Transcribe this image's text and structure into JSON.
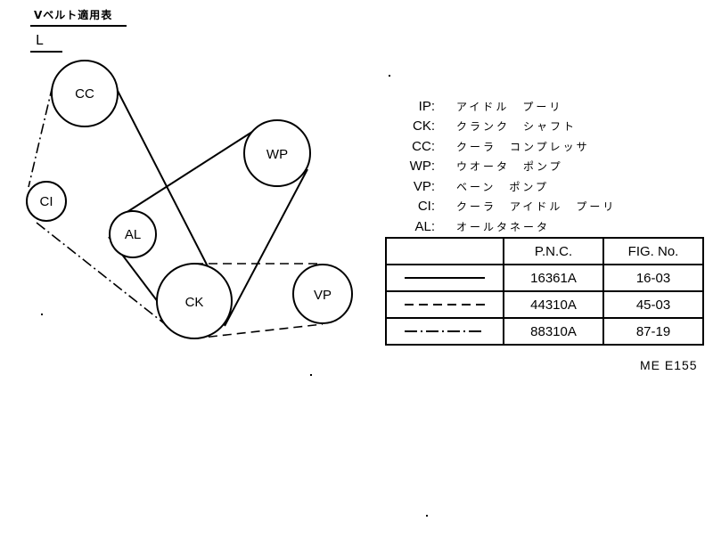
{
  "header": {
    "title": "Vベルト適用表",
    "subtitle": "L"
  },
  "pulleys": [
    {
      "id": "CC",
      "label": "CC"
    },
    {
      "id": "CI",
      "label": "CI"
    },
    {
      "id": "AL",
      "label": "AL"
    },
    {
      "id": "CK",
      "label": "CK"
    },
    {
      "id": "WP",
      "label": "WP"
    },
    {
      "id": "VP",
      "label": "VP"
    }
  ],
  "legend": [
    {
      "abbr": "IP:",
      "desc": "アイドル　プーリ"
    },
    {
      "abbr": "CK:",
      "desc": "クランク　シャフト"
    },
    {
      "abbr": "CC:",
      "desc": "クーラ　コンプレッサ"
    },
    {
      "abbr": "WP:",
      "desc": "ウオータ　ポンプ"
    },
    {
      "abbr": "VP:",
      "desc": "ベーン　ポンプ"
    },
    {
      "abbr": "CI:",
      "desc": "クーラ　アイドル　プーリ"
    },
    {
      "abbr": "AL:",
      "desc": "オールタネータ"
    }
  ],
  "table": {
    "headers": [
      "",
      "P.N.C.",
      "FIG. No."
    ],
    "rows": [
      {
        "line_style": "solid",
        "pnc": "16361A",
        "fig": "16-03"
      },
      {
        "line_style": "dashed",
        "pnc": "44310A",
        "fig": "45-03"
      },
      {
        "line_style": "dash-dot",
        "pnc": "88310A",
        "fig": "87-19"
      }
    ]
  },
  "footer_code": "ME E155"
}
